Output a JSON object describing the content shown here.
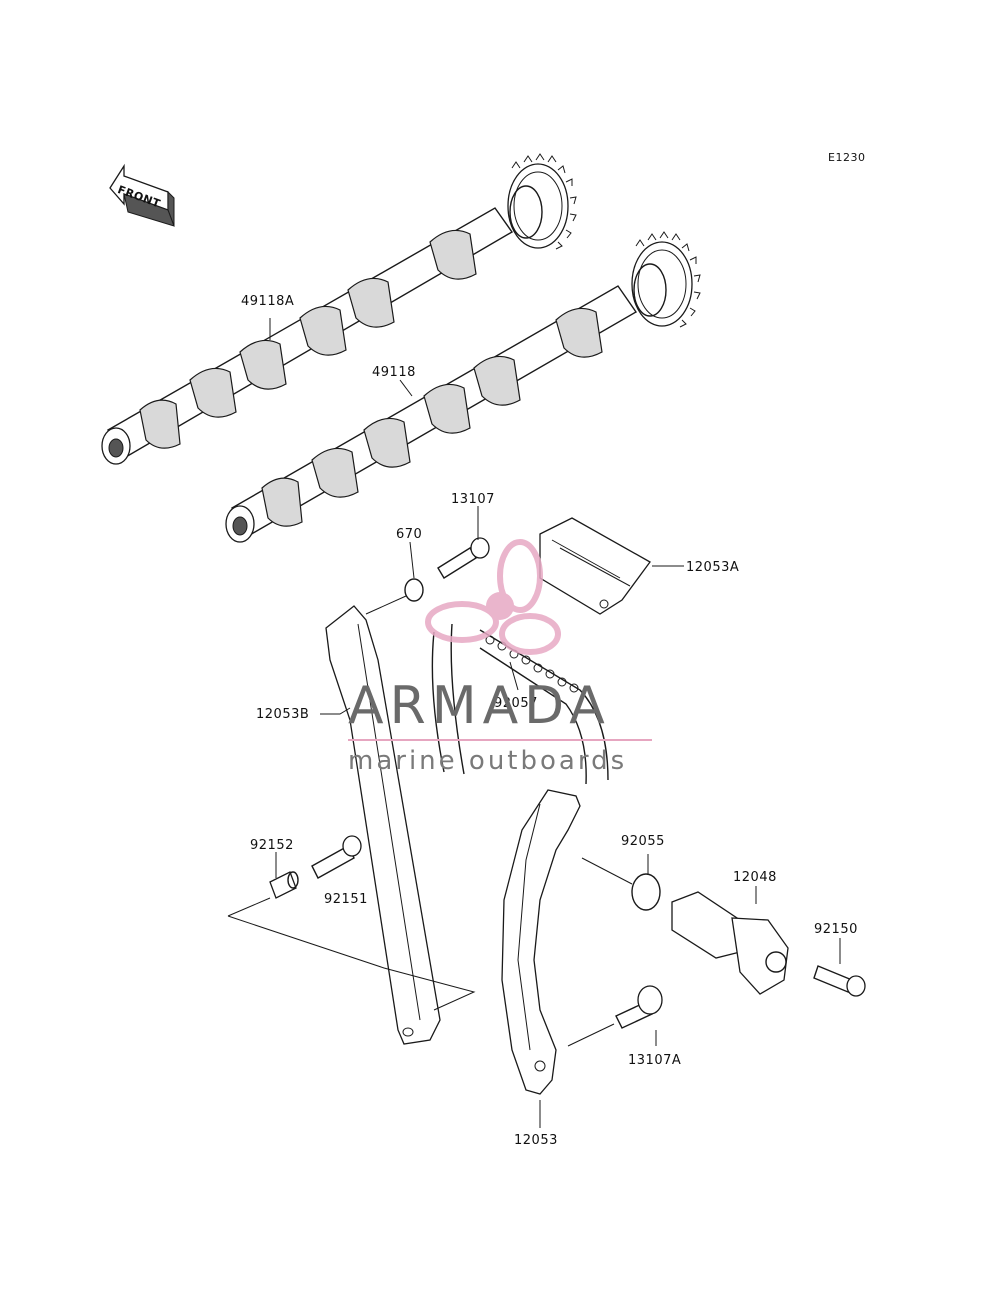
{
  "diagram": {
    "code": "E1230",
    "front_label": "FRONT"
  },
  "parts": {
    "camshaft_exhaust": "49118A",
    "camshaft_intake": "49118",
    "bolt_guide": "13107",
    "guide_upper": "12053A",
    "oring_small": "670",
    "guide_left": "12053B",
    "chain": "92057",
    "collar": "92152",
    "bolt_left": "92151",
    "oring_tensioner": "92055",
    "tensioner": "12048",
    "bolt_tensioner": "92150",
    "bolt_lower": "13107A",
    "guide_right": "12053"
  },
  "watermark": {
    "title": "ARMADA",
    "subtitle": "marine outboards",
    "accent_color": "#e7a9c4",
    "text_color": "#6a6a6a"
  }
}
